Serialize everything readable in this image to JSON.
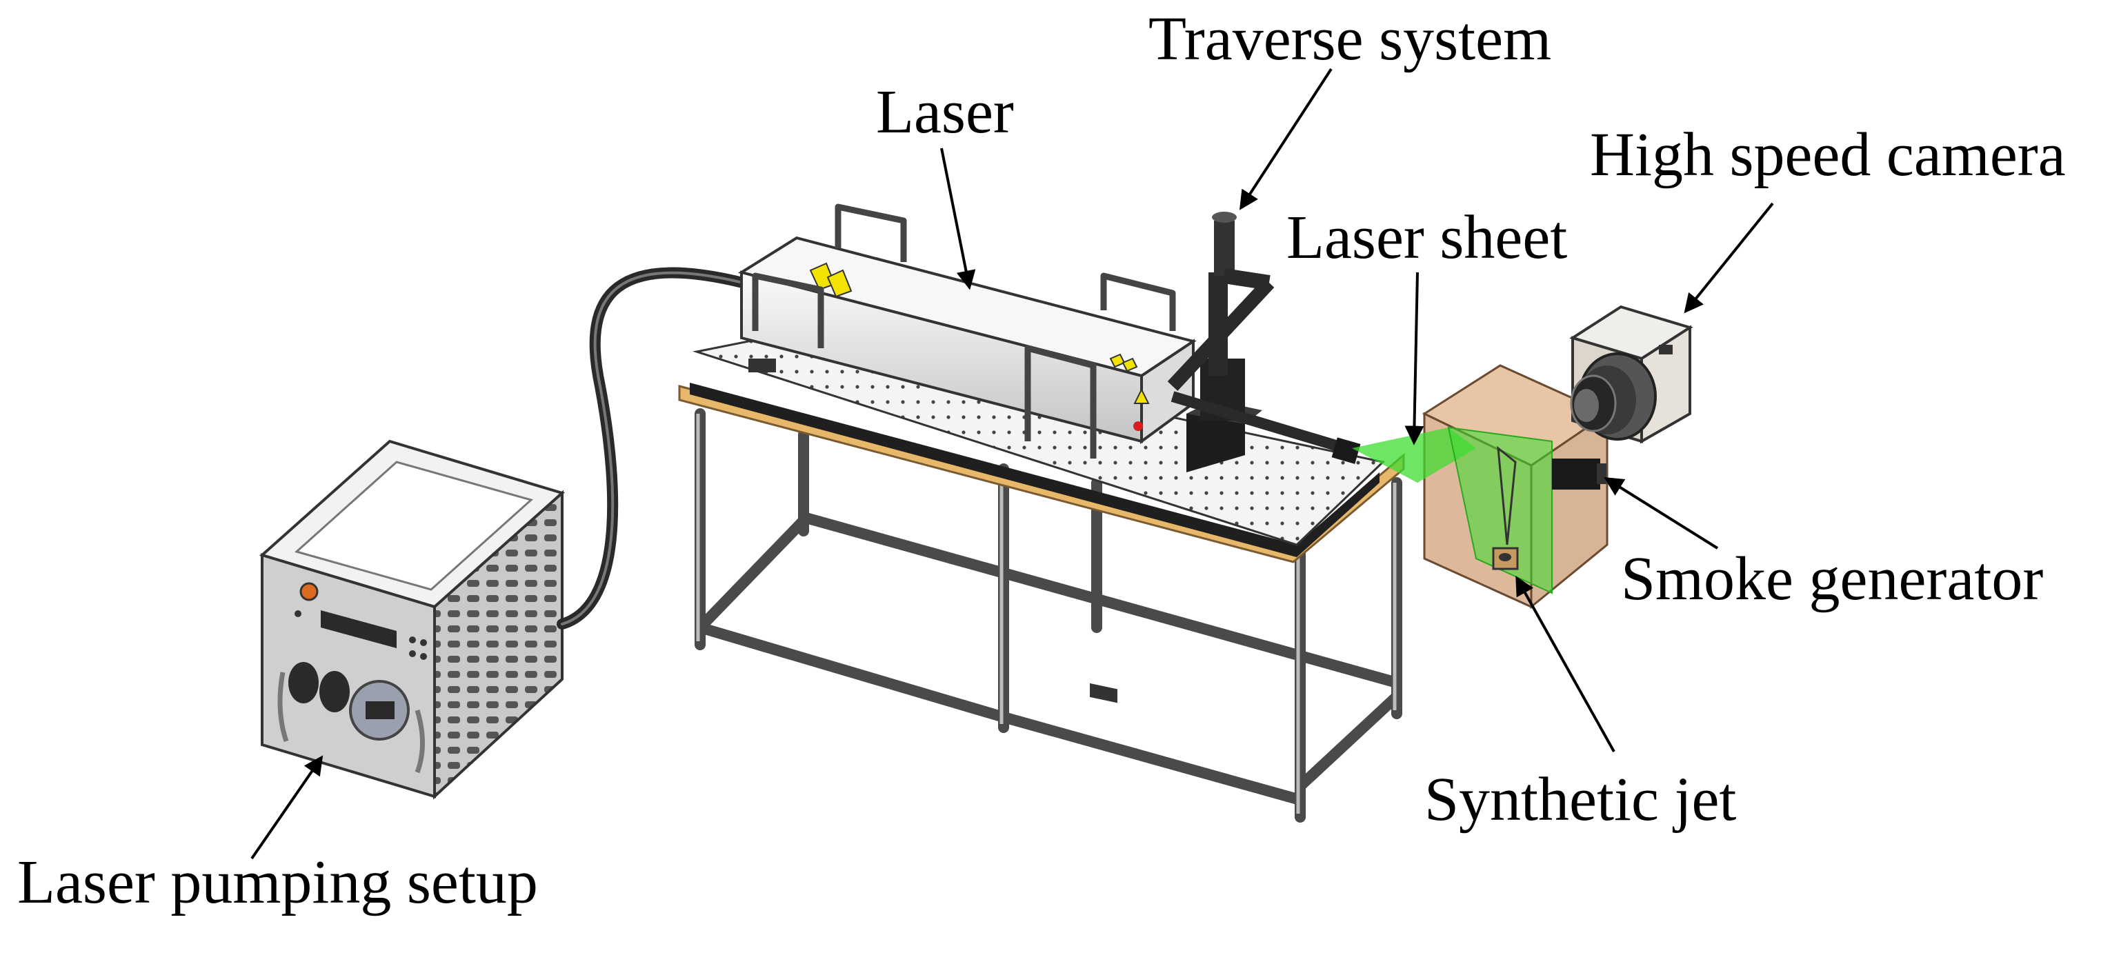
{
  "figure": {
    "labels": {
      "traverse_system": "Traverse system",
      "laser": "Laser",
      "high_speed_camera": "High speed camera",
      "laser_sheet": "Laser sheet",
      "smoke_generator": "Smoke generator",
      "synthetic_jet": "Synthetic jet",
      "laser_pumping_setup": "Laser pumping setup"
    },
    "colors": {
      "frame": "#4a4a4a",
      "steel": "#d8d8d8",
      "tabletop": "#ececec",
      "table_edge": "#e8b86a",
      "laser_sheet": "#3ddc2f",
      "enclosure": "#d2a078",
      "warning": "#f2e400",
      "black": "#1a1a1a"
    },
    "icons": [
      "arrow",
      "optical-table",
      "laser-head",
      "pump-unit",
      "camera",
      "enclosure"
    ]
  }
}
